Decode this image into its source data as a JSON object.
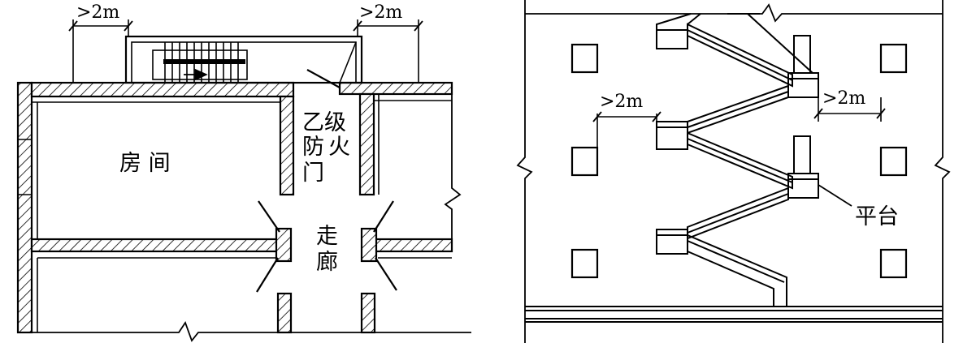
{
  "left_plan": {
    "dim_left": ">2m",
    "dim_right": ">2m",
    "room_label": "房 间",
    "door_label_col1": "乙级",
    "door_label_col2": "火",
    "door_label_row2": "防",
    "door_label_row3": "门",
    "corridor_label_1": "走",
    "corridor_label_2": "廊"
  },
  "right_elevation": {
    "dim_left": ">2m",
    "dim_right": ">2m",
    "platform_label": "平台"
  },
  "colors": {
    "line": "#000000",
    "background": "#ffffff"
  }
}
